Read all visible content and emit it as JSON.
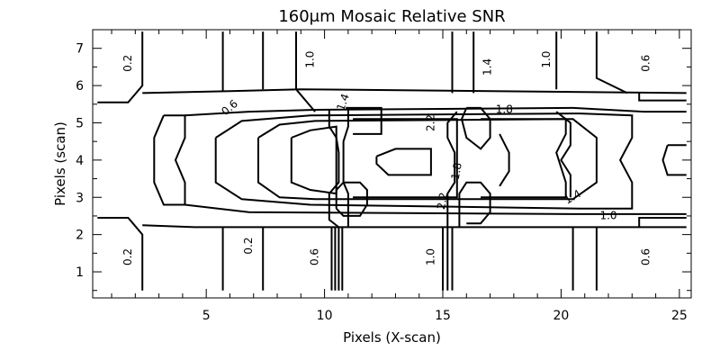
{
  "chart_data": {
    "type": "contour",
    "title": "160μm Mosaic Relative SNR",
    "xlabel": "Pixels (X-scan)",
    "ylabel": "Pixels (scan)",
    "xlim": [
      0.2,
      25.5
    ],
    "ylim": [
      0.3,
      7.5
    ],
    "xticks": [
      5,
      10,
      15,
      20,
      25
    ],
    "yticks": [
      1,
      2,
      3,
      4,
      5,
      6,
      7
    ],
    "contour_levels": [
      0.2,
      0.6,
      1.0,
      1.4,
      1.8,
      2.2
    ],
    "contour_labels": [
      {
        "text": "0.2",
        "x": 1.7,
        "y": 6.6,
        "rotate": -90
      },
      {
        "text": "1.0",
        "x": 9.4,
        "y": 6.7,
        "rotate": -90
      },
      {
        "text": "1.4",
        "x": 16.9,
        "y": 6.5,
        "rotate": -90
      },
      {
        "text": "1.0",
        "x": 19.4,
        "y": 6.7,
        "rotate": -90
      },
      {
        "text": "0.6",
        "x": 23.6,
        "y": 6.6,
        "rotate": -90
      },
      {
        "text": "0.6",
        "x": 6.0,
        "y": 5.4,
        "rotate": -40
      },
      {
        "text": "1.4",
        "x": 10.8,
        "y": 5.55,
        "rotate": -70
      },
      {
        "text": "2.2",
        "x": 14.5,
        "y": 5.0,
        "rotate": -90
      },
      {
        "text": "1.8",
        "x": 17.6,
        "y": 5.35,
        "rotate": 0
      },
      {
        "text": "1.8",
        "x": 15.6,
        "y": 3.7,
        "rotate": -80
      },
      {
        "text": "2.2",
        "x": 15.0,
        "y": 2.9,
        "rotate": -80
      },
      {
        "text": "1.4",
        "x": 20.5,
        "y": 3.0,
        "rotate": -30
      },
      {
        "text": "1.0",
        "x": 22.0,
        "y": 2.5,
        "rotate": 0
      },
      {
        "text": "0.2",
        "x": 1.7,
        "y": 1.4,
        "rotate": -90
      },
      {
        "text": "0.2",
        "x": 6.8,
        "y": 1.7,
        "rotate": -90
      },
      {
        "text": "0.6",
        "x": 9.6,
        "y": 1.4,
        "rotate": -90
      },
      {
        "text": "1.0",
        "x": 14.5,
        "y": 1.4,
        "rotate": -90
      },
      {
        "text": "0.6",
        "x": 23.6,
        "y": 1.4,
        "rotate": -90
      }
    ]
  }
}
